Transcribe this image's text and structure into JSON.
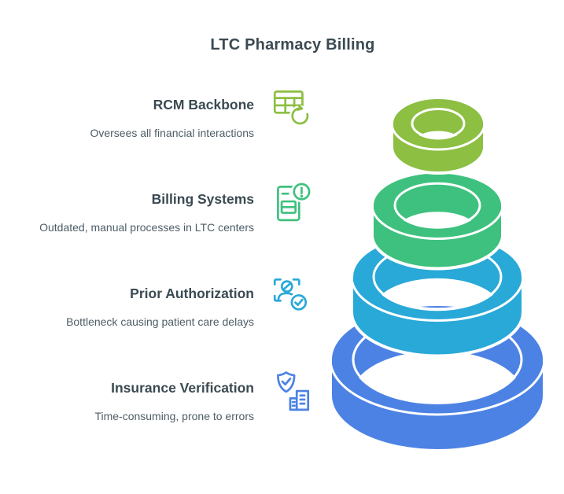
{
  "title": "LTC Pharmacy Billing",
  "items": [
    {
      "heading": "RCM Backbone",
      "subtitle": "Oversees all financial interactions",
      "icon": "table-refresh-icon",
      "accent": "#8CBF42"
    },
    {
      "heading": "Billing Systems",
      "subtitle": "Outdated, manual processes in LTC centers",
      "icon": "billing-document-alert-icon",
      "accent": "#3EC17E"
    },
    {
      "heading": "Prior Authorization",
      "subtitle": "Bottleneck causing patient care delays",
      "icon": "person-scan-check-icon",
      "accent": "#29A9D8"
    },
    {
      "heading": "Insurance Verification",
      "subtitle": "Time-consuming, prone to errors",
      "icon": "shield-check-building-icon",
      "accent": "#4C82E4"
    }
  ],
  "funnel": {
    "type": "stacked-3d-rings",
    "orientation": "small-top-to-large-bottom",
    "outline_color": "#FFFFFF",
    "rings": [
      {
        "level": 1,
        "label": "RCM Backbone",
        "color": "#8CBF42",
        "relative_size": 0.43
      },
      {
        "level": 2,
        "label": "Billing Systems",
        "color": "#3EC17E",
        "relative_size": 0.61
      },
      {
        "level": 3,
        "label": "Prior Authorization",
        "color": "#29A9D8",
        "relative_size": 0.8
      },
      {
        "level": 4,
        "label": "Insurance Verification",
        "color": "#4C82E4",
        "relative_size": 1.0
      }
    ]
  },
  "text_colors": {
    "heading": "#3B4A52",
    "subtitle": "#4D5D66"
  }
}
